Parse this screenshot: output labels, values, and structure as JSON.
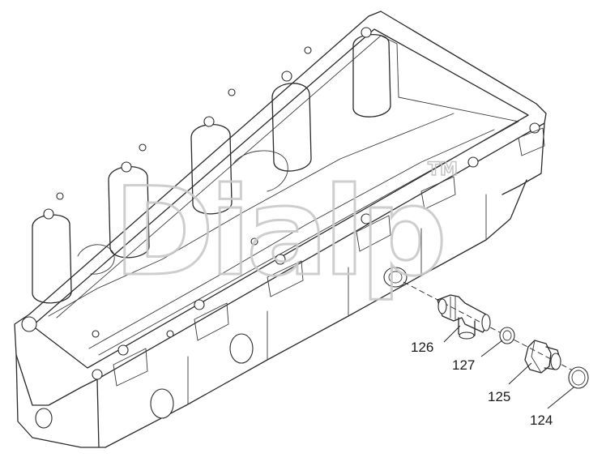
{
  "diagram": {
    "callouts": [
      {
        "id": "callout-126",
        "label": "126"
      },
      {
        "id": "callout-127",
        "label": "127"
      },
      {
        "id": "callout-125",
        "label": "125"
      },
      {
        "id": "callout-124",
        "label": "124"
      }
    ],
    "watermark": {
      "text": "Dialp",
      "trademark": "TM"
    }
  }
}
